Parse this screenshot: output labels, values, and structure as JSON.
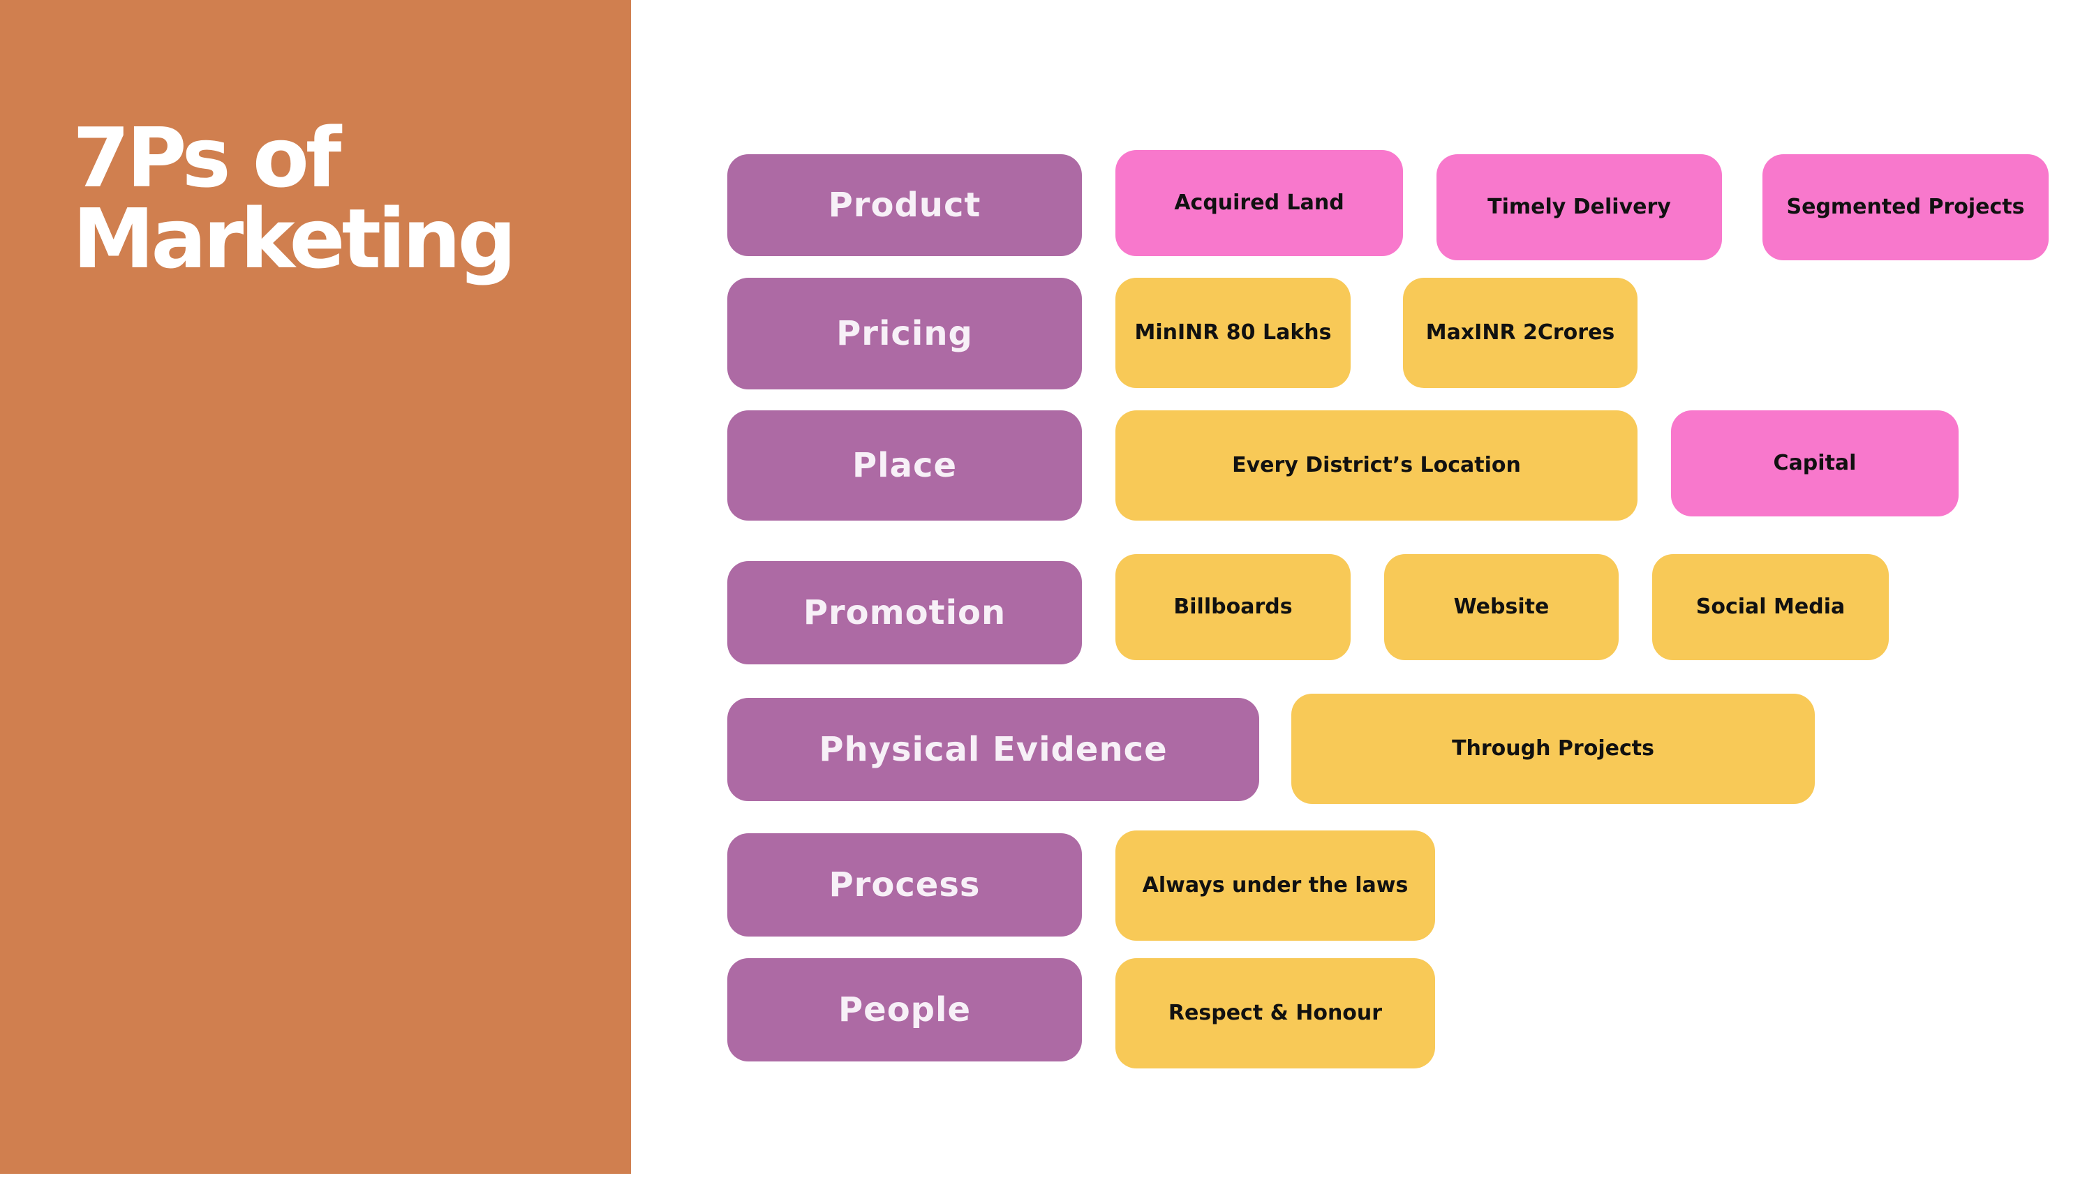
{
  "title": {
    "line1": "7Ps of",
    "line2": "Marketing"
  },
  "colors": {
    "panel": "#d07f4f",
    "category": "#ad6aa4",
    "pink": "#f878cc",
    "yellow": "#f8c957"
  },
  "rows": [
    {
      "category": "Product",
      "values": [
        {
          "line1": "Acquired Land",
          "color": "pink"
        },
        {
          "line1": "Timely Delivery",
          "color": "pink"
        },
        {
          "line1": "Segmented Projects",
          "color": "pink"
        }
      ]
    },
    {
      "category": "Pricing",
      "values": [
        {
          "line1": "Min",
          "line2": "INR 80 Lakhs",
          "color": "yellow"
        },
        {
          "line1": "Max",
          "line2": "INR 2Crores",
          "color": "yellow"
        }
      ]
    },
    {
      "category": "Place",
      "values": [
        {
          "line1": "Every District’s Location",
          "color": "yellow"
        },
        {
          "line1": "Capital",
          "color": "pink"
        }
      ]
    },
    {
      "category": "Promotion",
      "values": [
        {
          "line1": "Billboards",
          "color": "yellow"
        },
        {
          "line1": "Website",
          "color": "yellow"
        },
        {
          "line1": "Social Media",
          "color": "yellow"
        }
      ]
    },
    {
      "category": "Physical Evidence",
      "values": [
        {
          "line1": "Through Projects",
          "color": "yellow"
        }
      ]
    },
    {
      "category": "Process",
      "values": [
        {
          "line1": "Always under the laws",
          "color": "yellow"
        }
      ]
    },
    {
      "category": "People",
      "values": [
        {
          "line1": "Respect & Honour",
          "color": "yellow"
        }
      ]
    }
  ]
}
